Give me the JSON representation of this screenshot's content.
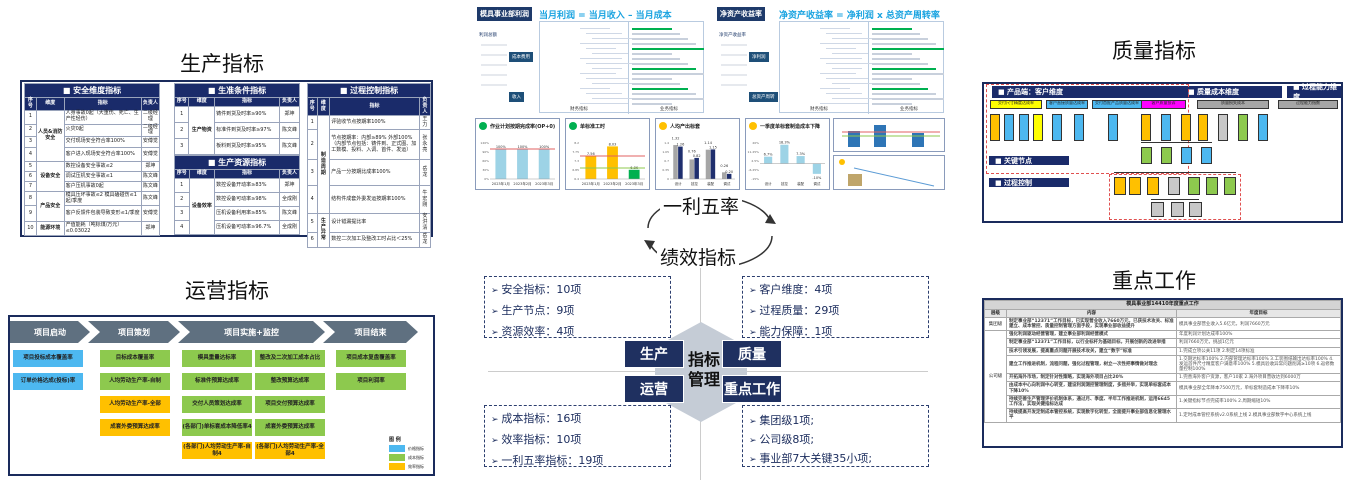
{
  "titles": {
    "production": "生产指标",
    "operations": "运营指标",
    "quality": "质量指标",
    "keywork": "重点工作"
  },
  "production": {
    "headers": [
      "序号",
      "维度",
      "指标",
      "负责人"
    ],
    "safety": {
      "caption": "■  安全维度指标",
      "rows": [
        [
          "1",
          "人员&消防安全",
          "人身事故0起（大重伤、死亡、生产性轻伤）",
          "二级经理"
        ],
        [
          "2",
          "",
          "火灾0起",
          "二级经理"
        ],
        [
          "3",
          "",
          "交付现场安全符合率100%",
          "安傅觉"
        ],
        [
          "4",
          "",
          "客户进入现场安全符合率100%",
          "安傅觉"
        ],
        [
          "5",
          "设备安全",
          "数控设备安全事故≤2",
          "郑坤"
        ],
        [
          "6",
          "",
          "调试压机安全事故≤1",
          "陈文峰"
        ],
        [
          "7",
          "",
          "客户压机事故0起",
          "陈文峰"
        ],
        [
          "8",
          "产品安全",
          "模具压坏事故≤2 模具磕碰伤≤1起/季度",
          "陈文峰"
        ],
        [
          "9",
          "",
          "客户反馈件包装导致变形≤1/季度",
          "安傅觉"
        ],
        [
          "10",
          "能源环境",
          "产值能耗（吨标煤/万元）≤0.03022",
          "郑坤"
        ]
      ]
    },
    "conditions": {
      "caption": "■  生准条件指标",
      "dim": "生产物资",
      "rows": [
        [
          "1",
          "铸件到货及时率≥90%",
          "郑坤"
        ],
        [
          "2",
          "标准件到货及时率≥97%",
          "陈文峰"
        ],
        [
          "3",
          "板料到货及时率≥95%",
          "陈文峰"
        ]
      ]
    },
    "resources": {
      "caption": "■  生产资源指标",
      "dim": "设备效率",
      "rows": [
        [
          "1",
          "数控设备开动率≥83%",
          "郑坤"
        ],
        [
          "2",
          "数控设备可动率≥98%",
          "全成刚"
        ],
        [
          "3",
          "压机设备利用率≥85%",
          "陈文峰"
        ],
        [
          "4",
          "压机设备可动率≥96.7%",
          "全成刚"
        ]
      ]
    },
    "process": {
      "caption": "■  过程控制指标",
      "rows": [
        [
          "1",
          "制造周期",
          "评验收节点按期率100%",
          "王力"
        ],
        [
          "2",
          "",
          "节点按期率：内部≥89% 外部100%（内部节点包括：铸件到、正式图、加工数模、投料、入调、首件、发运）",
          "张永亮"
        ],
        [
          "3",
          "",
          "产品一分按期比成率100%",
          "岳龙"
        ],
        [
          "4",
          "",
          "结构件成套外委发运按期率100%",
          "牛宏刚"
        ],
        [
          "5",
          "生产异常",
          "设计错漏提比率",
          "安洪清"
        ],
        [
          "6",
          "",
          "数控二次加工及整改工时占比＜25%",
          "岳龙"
        ]
      ]
    }
  },
  "operations": {
    "stages": [
      "项目启动",
      "项目策划",
      "项目实施+监控",
      "项目结束"
    ],
    "boxes": [
      {
        "label": "项目投标成本覆盖率",
        "type": "blue",
        "col": 0,
        "row": 0
      },
      {
        "label": "订单价格达成(投标)率",
        "type": "blue",
        "col": 0,
        "row": 1
      },
      {
        "label": "目标成本覆盖率",
        "type": "green",
        "col": 1,
        "row": 0
      },
      {
        "label": "人均劳动生产率-自制",
        "type": "green",
        "col": 1,
        "row": 1
      },
      {
        "label": "人均劳动生产率-全部",
        "type": "orange",
        "col": 1,
        "row": 2
      },
      {
        "label": "成套外委预算达成率",
        "type": "orange",
        "col": 1,
        "row": 3
      },
      {
        "label": "模具重量达标率",
        "type": "green",
        "col": 2,
        "row": 0
      },
      {
        "label": "标准件预算达成率",
        "type": "green",
        "col": 2,
        "row": 1
      },
      {
        "label": "交付人员策划达成率",
        "type": "green",
        "col": 2,
        "row": 2
      },
      {
        "label": "(各部门)单标套成本降低率4",
        "type": "green",
        "col": 2,
        "row": 3
      },
      {
        "label": "(各部门)人均劳动生产率-自制4",
        "type": "orange",
        "col": 2,
        "row": 4
      },
      {
        "label": "整改及二次加工成本占比",
        "type": "green",
        "col": 3,
        "row": 0
      },
      {
        "label": "整改预算达成率",
        "type": "green",
        "col": 3,
        "row": 1
      },
      {
        "label": "项目交付预算达成率",
        "type": "green",
        "col": 3,
        "row": 2
      },
      {
        "label": "成套外委预算达成率",
        "type": "green",
        "col": 3,
        "row": 3
      },
      {
        "label": "(各部门)人均劳动生产率-全部4",
        "type": "orange",
        "col": 3,
        "row": 4
      },
      {
        "label": "项目成本复盘覆盖率",
        "type": "green",
        "col": 4,
        "row": 0
      },
      {
        "label": "项目利润率",
        "type": "green",
        "col": 4,
        "row": 1
      }
    ],
    "legend": {
      "title": "图 例",
      "items": [
        {
          "label": "价格指标",
          "color": "#4db8f0"
        },
        {
          "label": "成本指标",
          "color": "#8dc94e"
        },
        {
          "label": "效率指标",
          "color": "#ffc000"
        }
      ]
    }
  },
  "profit": {
    "left": {
      "head": "模具事业部利润",
      "formula": "当月利润 = 当月收入 – 当月成本",
      "nodes": [
        "成本费用",
        "收入"
      ],
      "root": "利润总额",
      "footer": [
        "财务指标",
        "业务指标"
      ]
    },
    "right": {
      "head": "净资产收益率",
      "formula": "净资产收益率 = 净利润 x 总资产周转率",
      "nodes": [
        "净利润",
        "总资产周转"
      ],
      "root": "净资产收益率",
      "footer": [
        "财务指标",
        "业务指标"
      ]
    }
  },
  "chart_data": [
    {
      "type": "bar",
      "title": "作业计划按期完成率(OP+0)",
      "categories": [
        "2023年1月",
        "2023年2月",
        "2023年3月"
      ],
      "values": [
        100,
        100,
        100
      ],
      "target": 100,
      "ylim": [
        0,
        120
      ],
      "unit": "%",
      "color": "#9dd3e6",
      "dot": "#00b050"
    },
    {
      "type": "bar",
      "title": "单标准工时",
      "categories": [
        "2023年1月",
        "2023年2月",
        "2023年3月"
      ],
      "values": [
        7.56,
        8.03,
        6.86
      ],
      "colors": [
        "#ffc000",
        "#ffc000",
        "#00b050"
      ],
      "targets": [
        7.55,
        6.95
      ],
      "ylim": [
        6.4,
        8.2
      ],
      "dot": "#00b050"
    },
    {
      "type": "bar",
      "title": "人均产出标套",
      "categories": [
        "设计",
        "技控",
        "装配",
        "调试"
      ],
      "series": [
        {
          "name": "上期",
          "values": [
            1.32,
            0.76,
            1.14,
            0.26
          ],
          "color": "#a6a6a6"
        },
        {
          "name": "本期",
          "values": [
            1.26,
            0.82,
            1.15,
            0.2
          ],
          "color": "#1f2f6e"
        }
      ],
      "ylim": [
        0,
        1.4
      ],
      "dot": "#ffc000"
    },
    {
      "type": "bar",
      "title": "一季度单标套制造成本下降",
      "categories": [
        "设计",
        "技控",
        "装配",
        "调试"
      ],
      "values": [
        6.7,
        18.3,
        7.3,
        -10.0
      ],
      "unit": "%",
      "ylim": [
        -15,
        20
      ],
      "color": "#9dd3e6",
      "dot": "#ffc000"
    }
  ],
  "cycle": {
    "top": "一利五率",
    "bottom": "绩效指标"
  },
  "hub": {
    "center": "指标管理",
    "production": "生产",
    "quality": "质量",
    "operations": "运营",
    "keywork": "重点工作",
    "production_items": [
      "安全指标：10项",
      "生产节点：9项",
      "资源效率：4项"
    ],
    "quality_items": [
      "客户维度：4项",
      "过程质量：29项",
      "能力保障：1项"
    ],
    "operations_items": [
      "成本指标：16项",
      "效率指标：10项",
      "一利五率指标：19项"
    ],
    "keywork_items": [
      "集团级1项;",
      "公司级8项;",
      "事业部7大关键35小项;"
    ]
  },
  "quality": {
    "heads": [
      "■  产品端：客户维度",
      "■  质量成本维度",
      "■  过程能力维度",
      "■  关键节点",
      "■  过程控制"
    ],
    "top_boxes": [
      {
        "label": "交付尺寸精度达成率",
        "color": "#ffff00"
      },
      {
        "label": "客户直接质量达成率",
        "color": "#4db8f0"
      },
      {
        "label": "交付首批产品质量达成率",
        "color": "#4db8f0"
      },
      {
        "label": "客户质量投诉",
        "color": "#ff00ff"
      },
      {
        "label": "质量损失成本",
        "color": "#a6a6a6"
      },
      {
        "label": "过程能力指数",
        "color": "#a6a6a6"
      }
    ]
  },
  "keywork": {
    "title": "模具事业部14410年度重点工作",
    "headers": [
      "层级",
      "内容",
      "年度目标"
    ],
    "rows": [
      {
        "level": "集团级",
        "content": "制定事业部“12371”工作目标，已实现营业收入7660万元，已获技术攻关、标准建立、成本管控、质量控制管理方面手段，实现事业部收益提升",
        "goal": "模具事业部营业收入5.6亿元，利润7660万元"
      },
      {
        "level": "公司级",
        "content": "强化利润驱动经营管理，建立事业部利润经营模式",
        "goal": "年度利润计划达成率100%"
      },
      {
        "level": "",
        "content": "制定事业部“12371”工作目标，以行业标杆为基础目标，开展创新的改进举措",
        "goal": "利润7660万元，挑战1亿元"
      },
      {
        "level": "",
        "content": "技术引领发展，提高重点问题开展技术攻关，建立“数字”标准",
        "goal": "1.完成立项公关11项 2.制定14项标准"
      },
      {
        "level": "",
        "content": "建立工作推进机制，流程问题，强化过程管理，树立一次性把事情做对理念",
        "goal": "1.交期达标率100% 2.内部管理达标率100% 3.工装图纸输出达标率100% 4.发运首件尺寸精度客户满意率100% 5.模具验收异常问题削减≥10项 6.返修数量控制100%"
      },
      {
        "level": "",
        "content": "开拓海外市场，制定针对性策略，实现海外项目占比20%",
        "goal": "1.完善海外客户资源，客户10家 2.海外项目营收达到6000万"
      },
      {
        "level": "",
        "content": "由成本中心向利润中心转变，建设利润测控管理制度，多措并举，实现单标套成本下降10%",
        "goal": "模具事业部全年降本7500万元，单标套制造成本下降率10%"
      },
      {
        "level": "",
        "content": "持续完善生产管理评价机制体系，通过月、季度、半年工作推进机制，运用6645工作法，实现关键指标达成",
        "goal": "1.关键指标节点完成率100% 2.周期缩短10%"
      },
      {
        "level": "",
        "content": "持续提高开发定制成本管控系统，实现数字化转型，全面提升事业部信息化管理水平",
        "goal": "1.定时成本管控系统v2.0系统上线 2.模具事业部数字中心系统上线"
      }
    ]
  }
}
